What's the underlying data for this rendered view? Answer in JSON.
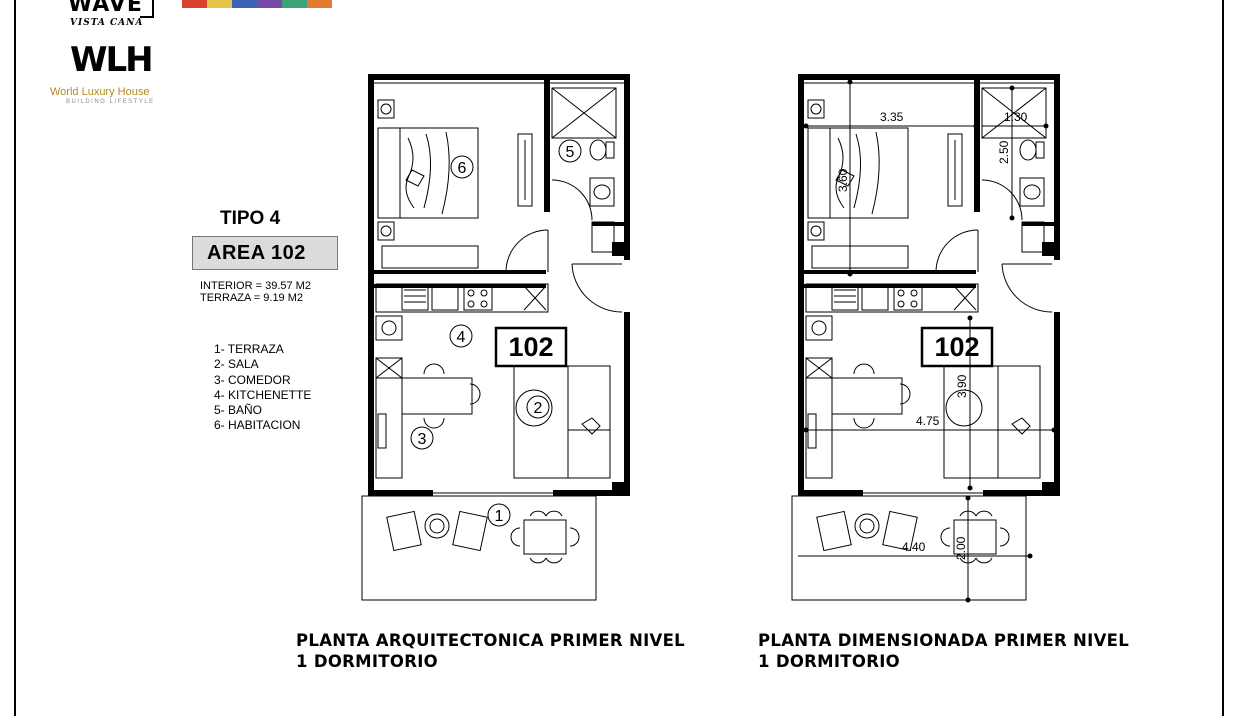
{
  "brand": {
    "wave": "WAVE",
    "sub": "VISTA CANA",
    "logo_mark": "WLH",
    "logo_name": "World Luxury House",
    "logo_tagline": "BUILDING LIFESTYLE",
    "swatch_colors": [
      "#d9412b",
      "#e8c34a",
      "#3d63b8",
      "#7a4aa8",
      "#3aa37a",
      "#e07a2e"
    ]
  },
  "unit": {
    "type_label": "TIPO 4",
    "area_label": "AREA  102",
    "interior": "INTERIOR = 39.57 M2",
    "terraza": "TERRAZA = 9.19 M2"
  },
  "legend": [
    "1- TERRAZA",
    "2- SALA",
    "3- COMEDOR",
    "4- KITCHENETTE",
    "5- BAÑO",
    "6- HABITACION"
  ],
  "plans": {
    "left": {
      "unit_number": "102",
      "room_tags": [
        "1",
        "2",
        "3",
        "4",
        "5",
        "6"
      ],
      "caption_line1": "PLANTA ARQUITECTONICA PRIMER NIVEL",
      "caption_line2": "1 DORMITORIO"
    },
    "right": {
      "unit_number": "102",
      "dimensions": [
        "3.35",
        "1.30",
        "2.50",
        "3.60",
        "3.90",
        "4.75",
        "4.40",
        "2.00"
      ],
      "caption_line1": "PLANTA DIMENSIONADA PRIMER NIVEL",
      "caption_line2": "1 DORMITORIO"
    }
  }
}
